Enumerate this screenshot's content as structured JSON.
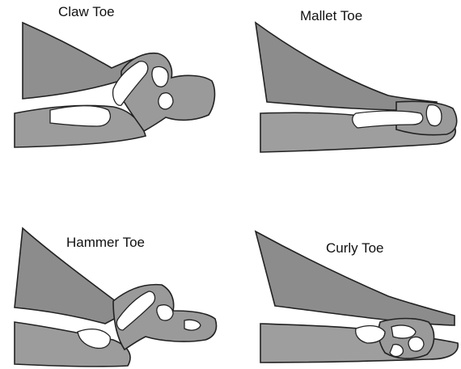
{
  "panels": [
    {
      "id": "claw",
      "label": "Claw Toe"
    },
    {
      "id": "mallet",
      "label": "Mallet Toe"
    },
    {
      "id": "hammer",
      "label": "Hammer Toe"
    },
    {
      "id": "curly",
      "label": "Curly Toe"
    }
  ],
  "colors": {
    "skin_fill": "#9a9a9a",
    "skin_shade": "#7e7e7e",
    "outline": "#222222",
    "bone": "#ffffff",
    "background": "#ffffff"
  }
}
